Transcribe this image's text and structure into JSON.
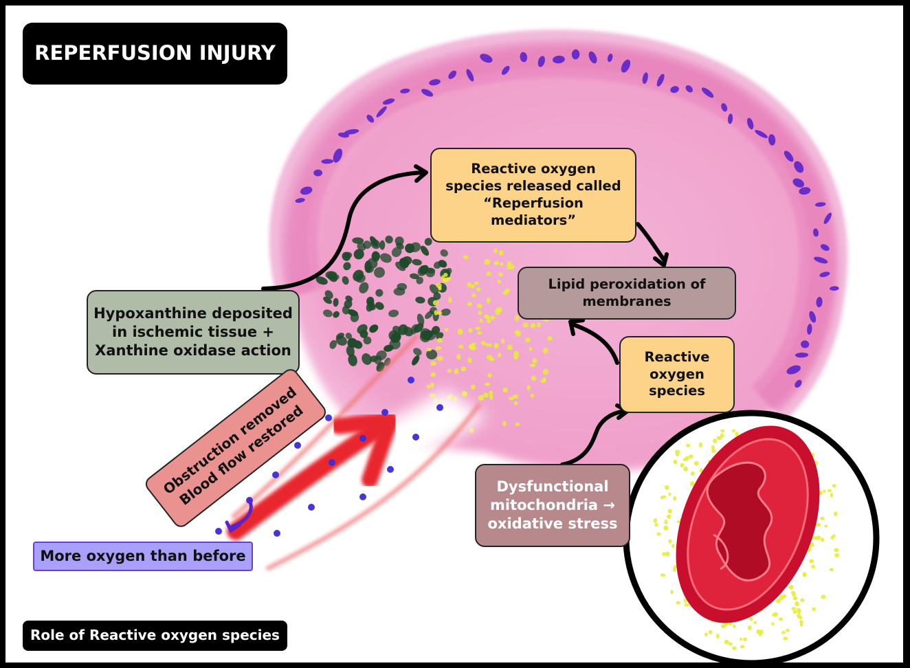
{
  "title": "REPERFUSION INJURY",
  "footer": "Role of Reactive oxygen species",
  "boxes": {
    "ros_released": "Reactive oxygen species released called “Reperfusion mediators”",
    "lipid_peroxidation": "Lipid peroxidation of membranes",
    "ros": "Reactive oxygen species",
    "hypoxanthine": "Hypoxanthine deposited in ischemic tissue + Xanthine oxidase action",
    "dysfunctional_mitochondria": "Dysfunctional mitochondria → oxidative stress",
    "more_oxygen": "More oxygen than before",
    "obstruction_removed": "Obstruction removed Blood flow restored"
  },
  "colors": {
    "tissue_pink": "#f2a6cf",
    "nuclei": "#5a23c8",
    "necrotic_dots": "#1f4a2a",
    "ros_dots": "#e6ec3a",
    "vessel_red": "#e8252e",
    "mitochondria": "#c8102e",
    "ros_box": "#fdd38a",
    "lipid_box": "#b59a9c",
    "hypo_box": "#b0bca7",
    "dysfunc_box": "#b8898c",
    "oxygen_box": "#a9a0fb",
    "obstruction_box": "#e9928f"
  }
}
